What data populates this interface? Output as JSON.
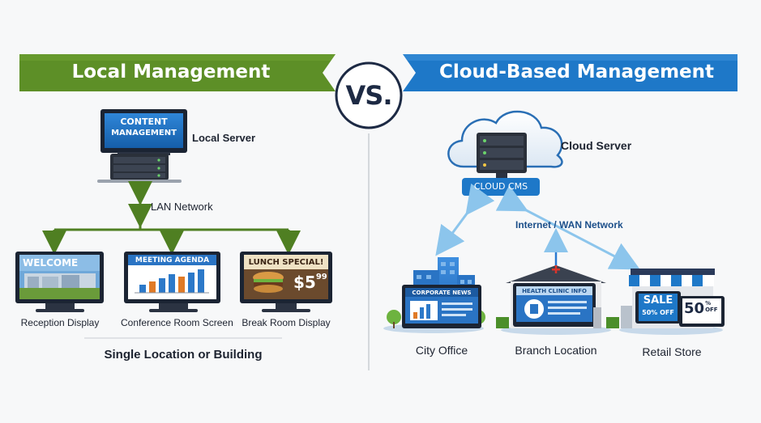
{
  "left": {
    "title": "Local Management",
    "server": {
      "screen_line1": "CONTENT",
      "screen_line2": "MANAGEMENT",
      "label": "Local Server"
    },
    "network_label": "LAN Network",
    "displays": [
      {
        "screen_text": "WELCOME",
        "label": "Reception Display"
      },
      {
        "screen_text": "MEETING AGENDA",
        "label": "Conference Room Screen"
      },
      {
        "screen_text": "LUNCH SPECIAL!",
        "price": "$5",
        "price_cents": "99",
        "label": "Break Room Display"
      }
    ],
    "footer": "Single Location or Building"
  },
  "vs": "VS.",
  "right": {
    "title": "Cloud-Based Management",
    "server_label": "Cloud Server",
    "cms_label": "CLOUD CMS",
    "network_label": "Internet / WAN Network",
    "sites": [
      {
        "screen_text": "CORPORATE NEWS",
        "label": "City Office"
      },
      {
        "screen_text": "HEALTH CLINIC INFO",
        "label": "Branch Location"
      },
      {
        "sign_line1": "SALE",
        "sign_line2": "50% OFF",
        "big": "50",
        "pct": "%",
        "off": "OFF",
        "label": "Retail Store"
      }
    ]
  },
  "colors": {
    "green": "#5d8f27",
    "blue": "#1e78c8",
    "navy": "#1d2a44"
  }
}
